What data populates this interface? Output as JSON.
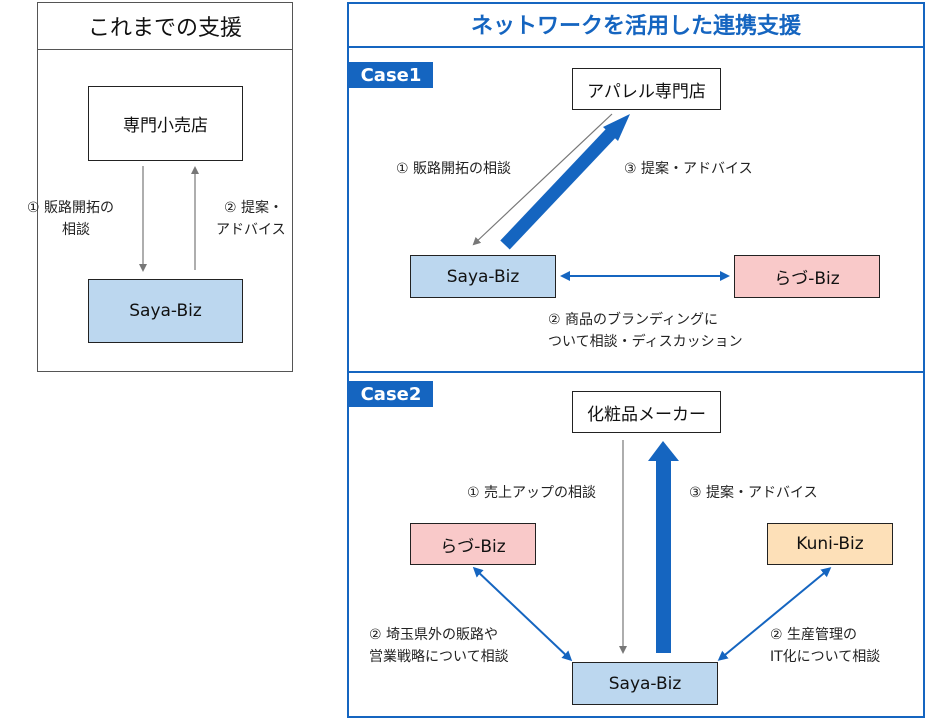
{
  "left_panel": {
    "title": "これまでの支援",
    "store": "専門小売店",
    "saya": "Saya-Biz",
    "label_consult": [
      "① 販路開拓の",
      "相談"
    ],
    "label_advice": [
      "② 提案・",
      "アドバイス"
    ]
  },
  "right_panel": {
    "title": "ネットワークを活用した連携支援",
    "case1": {
      "tag": "Case1",
      "store": "アパレル専門店",
      "saya": "Saya-Biz",
      "ragu": "らづ-Biz",
      "label_consult": "① 販路開拓の相談",
      "label_advice": "③ 提案・アドバイス",
      "label_branding": [
        "② 商品のブランディングに",
        "ついて相談・ディスカッション"
      ]
    },
    "case2": {
      "tag": "Case2",
      "maker": "化粧品メーカー",
      "ragu": "らづ-Biz",
      "kuni": "Kuni-Biz",
      "saya": "Saya-Biz",
      "label_sales": "① 売上アップの相談",
      "label_advice": "③ 提案・アドバイス",
      "label_saitama": [
        "② 埼玉県外の販路や",
        "営業戦略について相談"
      ],
      "label_production": [
        "② 生産管理の",
        "IT化について相談"
      ]
    }
  },
  "colors": {
    "accent_blue": "#1565c0",
    "box_blue": "#bcd7ef",
    "box_pink": "#f9c9c9",
    "box_orange": "#fde0b8",
    "line_gray": "#777777"
  }
}
